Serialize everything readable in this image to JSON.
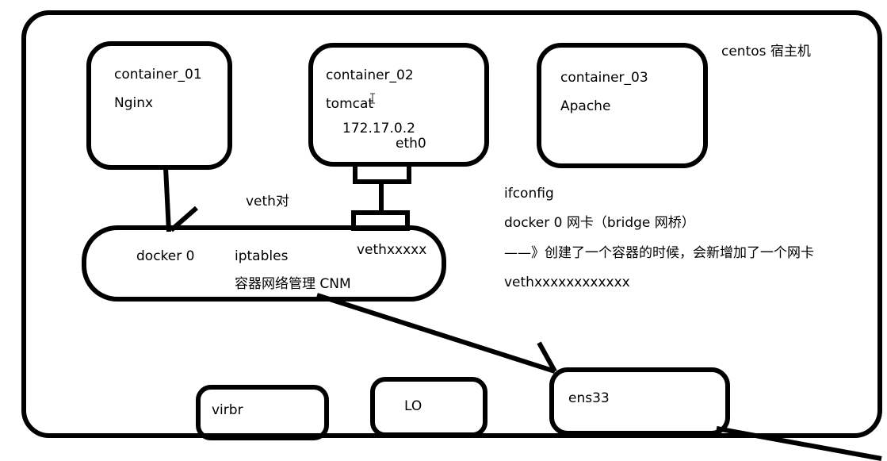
{
  "host": {
    "label": "centos 宿主机"
  },
  "containers": [
    {
      "name": "container_01",
      "app": "Nginx"
    },
    {
      "name": "container_02",
      "app": "tomcat",
      "ip": "172.17.0.2",
      "iface": "eth0"
    },
    {
      "name": "container_03",
      "app": "Apache"
    }
  ],
  "bridge": {
    "name": "docker 0",
    "iptables": "iptables",
    "veth": "vethxxxxx",
    "cnm": "容器网络管理 CNM"
  },
  "veth_pair_label": "veth对",
  "notes": [
    "ifconfig",
    "docker 0 网卡（bridge 网桥）",
    "——》创建了一个容器的时候，会新增加了一个网卡",
    "vethxxxxxxxxxxxx"
  ],
  "host_nics": [
    {
      "name": "virbr"
    },
    {
      "name": "LO"
    },
    {
      "name": "ens33"
    }
  ],
  "colors": {
    "stroke": "#000000",
    "background": "#ffffff"
  }
}
